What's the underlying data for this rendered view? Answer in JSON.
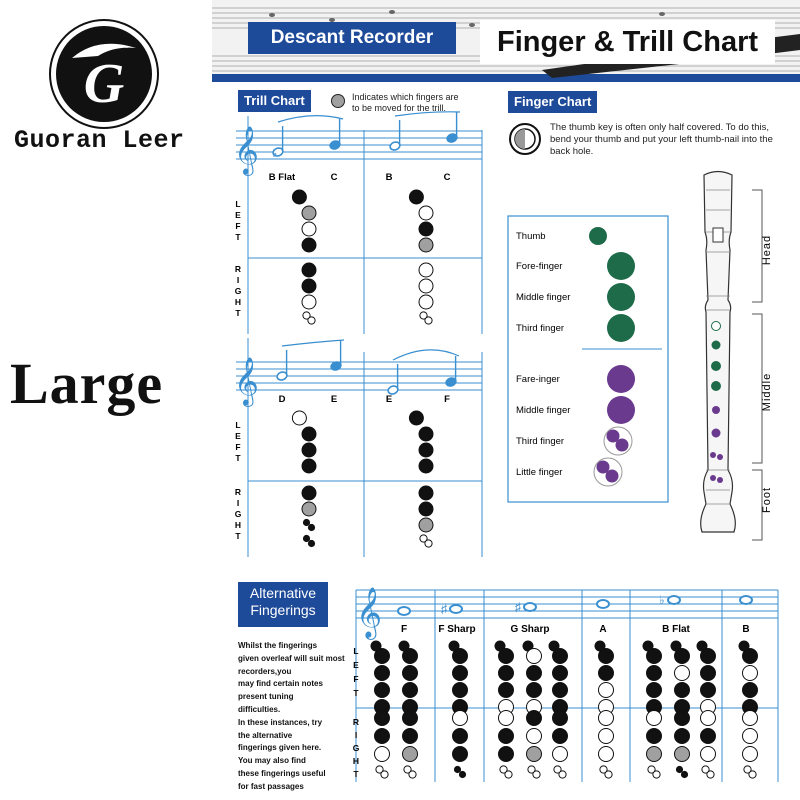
{
  "brand": {
    "name": "Guoran Leer",
    "logo_letter": "G"
  },
  "size_label": "Large",
  "header": {
    "title_left": "Descant Recorder",
    "title_right": "Finger & Trill Chart"
  },
  "trill_chart": {
    "tag": "Trill Chart",
    "legend": "Indicates which fingers are to be moved for the trill.",
    "hand_left": [
      "L",
      "E",
      "F",
      "T"
    ],
    "hand_right": [
      "R",
      "I",
      "G",
      "H",
      "T"
    ],
    "blocks": [
      {
        "notes": [
          "B Flat",
          "C",
          "B",
          "C"
        ]
      },
      {
        "notes": [
          "D",
          "E",
          "E",
          "F"
        ]
      }
    ]
  },
  "finger_chart": {
    "tag": "Finger Chart",
    "note": "The thumb key is often only half covered. To do this, bend your thumb and put your left thumb-nail into the back hole.",
    "left_hand": [
      "Thumb",
      "Fore-finger",
      "Middle finger",
      "Third finger"
    ],
    "right_hand": [
      "Fare-inger",
      "Middle finger",
      "Third finger",
      "Little finger"
    ],
    "colors": {
      "left": "#1e6b4a",
      "right": "#6a3a8e",
      "box": "#3a8fd0"
    },
    "sections": [
      "Head",
      "Middle",
      "Foot"
    ]
  },
  "alt_fingerings": {
    "tag_line1": "Alternative",
    "tag_line2": "Fingerings",
    "notes": [
      "F",
      "F Sharp",
      "G Sharp",
      "A",
      "B Flat",
      "B"
    ],
    "hand_left": [
      "L",
      "E",
      "F",
      "T"
    ],
    "hand_right": [
      "R",
      "I",
      "G",
      "H",
      "T"
    ],
    "description": [
      "Whilst the fingerings",
      "given overleaf will suit most",
      "recorders,you",
      "may find certain notes",
      "present tuning",
      "difficulties.",
      "In these instances, try",
      "the alternative",
      "fingerings given here.",
      "You may also find",
      "these fingerings useful",
      "for fast passages"
    ]
  }
}
